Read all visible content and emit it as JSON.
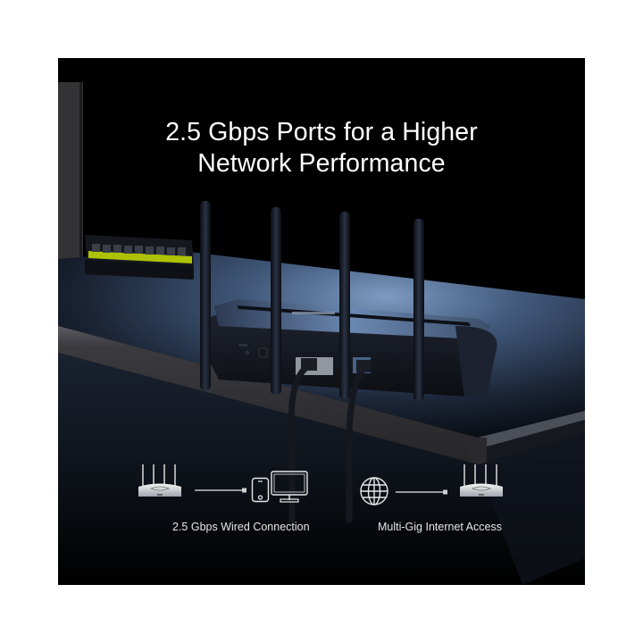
{
  "headline": {
    "line1": "2.5 Gbps Ports for a Higher",
    "line2": "Network Performance"
  },
  "features": [
    {
      "label": "2.5 Gbps Wired Connection",
      "icons": [
        "router-icon",
        "cable-connector-icon",
        "smartphone-icon",
        "desktop-monitor-icon"
      ]
    },
    {
      "label": "Multi-Gig Internet Access",
      "icons": [
        "globe-icon",
        "cable-connector-icon",
        "router-icon"
      ]
    }
  ],
  "colors": {
    "background": "#000000",
    "page": "#ffffff",
    "text": "#ffffff",
    "caption": "#e6e6e6",
    "desk_highlight": "#6a88b0",
    "keyboard_accent": "#c8e000"
  }
}
